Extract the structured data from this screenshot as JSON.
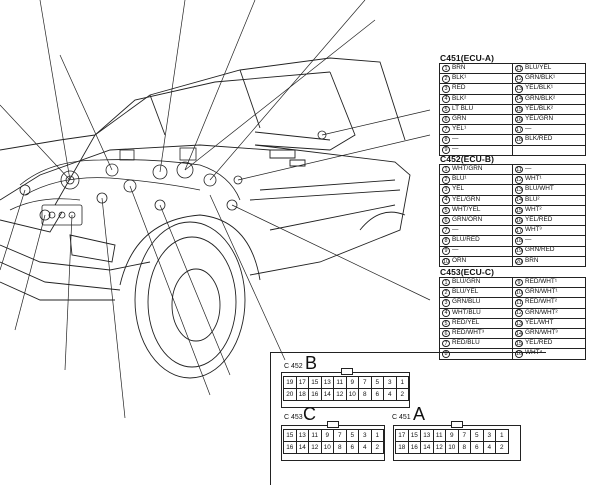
{
  "tables": [
    {
      "title": "C451(ECU-A)",
      "rows": [
        {
          "l": "1",
          "lt": "BRN",
          "r": "11",
          "rt": "BLU/YEL"
        },
        {
          "l": "2",
          "lt": "BLK¹",
          "r": "12",
          "rt": "GRN/BLK¹"
        },
        {
          "l": "3",
          "lt": "RED",
          "r": "13",
          "rt": "YEL/BLK¹"
        },
        {
          "l": "4",
          "lt": "BLK²",
          "r": "14",
          "rt": "GRN/BLK²"
        },
        {
          "l": "5",
          "lt": "LT BLU",
          "r": "15",
          "rt": "YEL/BLK²"
        },
        {
          "l": "6",
          "lt": "GRN",
          "r": "16",
          "rt": "YEL/GRN"
        },
        {
          "l": "7",
          "lt": "YEL¹",
          "r": "17",
          "rt": "—"
        },
        {
          "l": "8",
          "lt": "—",
          "r": "18",
          "rt": "BLK/RED"
        },
        {
          "l": "9",
          "lt": "—",
          "r": "",
          "rt": ""
        }
      ]
    },
    {
      "title": "C452(ECU-B)",
      "rows": [
        {
          "l": "1",
          "lt": "WHT/GRN",
          "r": "11",
          "rt": "—"
        },
        {
          "l": "2",
          "lt": "BLU¹",
          "r": "12",
          "rt": "WHT¹"
        },
        {
          "l": "3",
          "lt": "YEL",
          "r": "13",
          "rt": "BLU/WHT"
        },
        {
          "l": "4",
          "lt": "YEL/GRN",
          "r": "14",
          "rt": "BLU²"
        },
        {
          "l": "5",
          "lt": "WHT/YEL",
          "r": "15",
          "rt": "WHT²"
        },
        {
          "l": "6",
          "lt": "GRN/ORN",
          "r": "16",
          "rt": "YEL/RED"
        },
        {
          "l": "7",
          "lt": "—",
          "r": "17",
          "rt": "WHT³"
        },
        {
          "l": "8",
          "lt": "BLU/RED",
          "r": "18",
          "rt": "—"
        },
        {
          "l": "9",
          "lt": "—",
          "r": "19",
          "rt": "GRN/RED"
        },
        {
          "l": "10",
          "lt": "ORN",
          "r": "20",
          "rt": "BRN"
        }
      ]
    },
    {
      "title": "C453(ECU-C)",
      "rows": [
        {
          "l": "1",
          "lt": "BLU/GRN",
          "r": "9",
          "rt": "RED/WHT¹"
        },
        {
          "l": "2",
          "lt": "BLU/YEL",
          "r": "10",
          "rt": "GRN/WHT¹"
        },
        {
          "l": "3",
          "lt": "GRN/BLU",
          "r": "11",
          "rt": "RED/WHT²"
        },
        {
          "l": "4",
          "lt": "WHT/BLU",
          "r": "12",
          "rt": "GRN/WHT²"
        },
        {
          "l": "5",
          "lt": "RED/YEL",
          "r": "13",
          "rt": "YEL/WHT"
        },
        {
          "l": "6",
          "lt": "RED/WHT³",
          "r": "14",
          "rt": "GRN/WHT³"
        },
        {
          "l": "7",
          "lt": "RED/BLU",
          "r": "15",
          "rt": "YEL/RED"
        },
        {
          "l": "8",
          "lt": "—",
          "r": "16",
          "rt": "WHT⁴"
        }
      ]
    }
  ],
  "connectors": {
    "b": {
      "label": "C 452",
      "letter": "B",
      "row1": [
        "19",
        "17",
        "15",
        "13",
        "11",
        "9",
        "7",
        "5",
        "3",
        "1"
      ],
      "row2": [
        "20",
        "18",
        "16",
        "14",
        "12",
        "10",
        "8",
        "6",
        "4",
        "2"
      ]
    },
    "c": {
      "label": "C 453",
      "letter": "C",
      "row1": [
        "15",
        "13",
        "11",
        "9",
        "7",
        "5",
        "3",
        "1"
      ],
      "row2": [
        "16",
        "14",
        "12",
        "10",
        "8",
        "6",
        "4",
        "2"
      ]
    },
    "a": {
      "label": "C 451",
      "letter": "A",
      "row1": [
        "17",
        "15",
        "13",
        "11",
        "9",
        "7",
        "5",
        "3",
        "1"
      ],
      "row2": [
        "18",
        "16",
        "14",
        "12",
        "10",
        "8",
        "6",
        "4",
        "2"
      ]
    }
  }
}
